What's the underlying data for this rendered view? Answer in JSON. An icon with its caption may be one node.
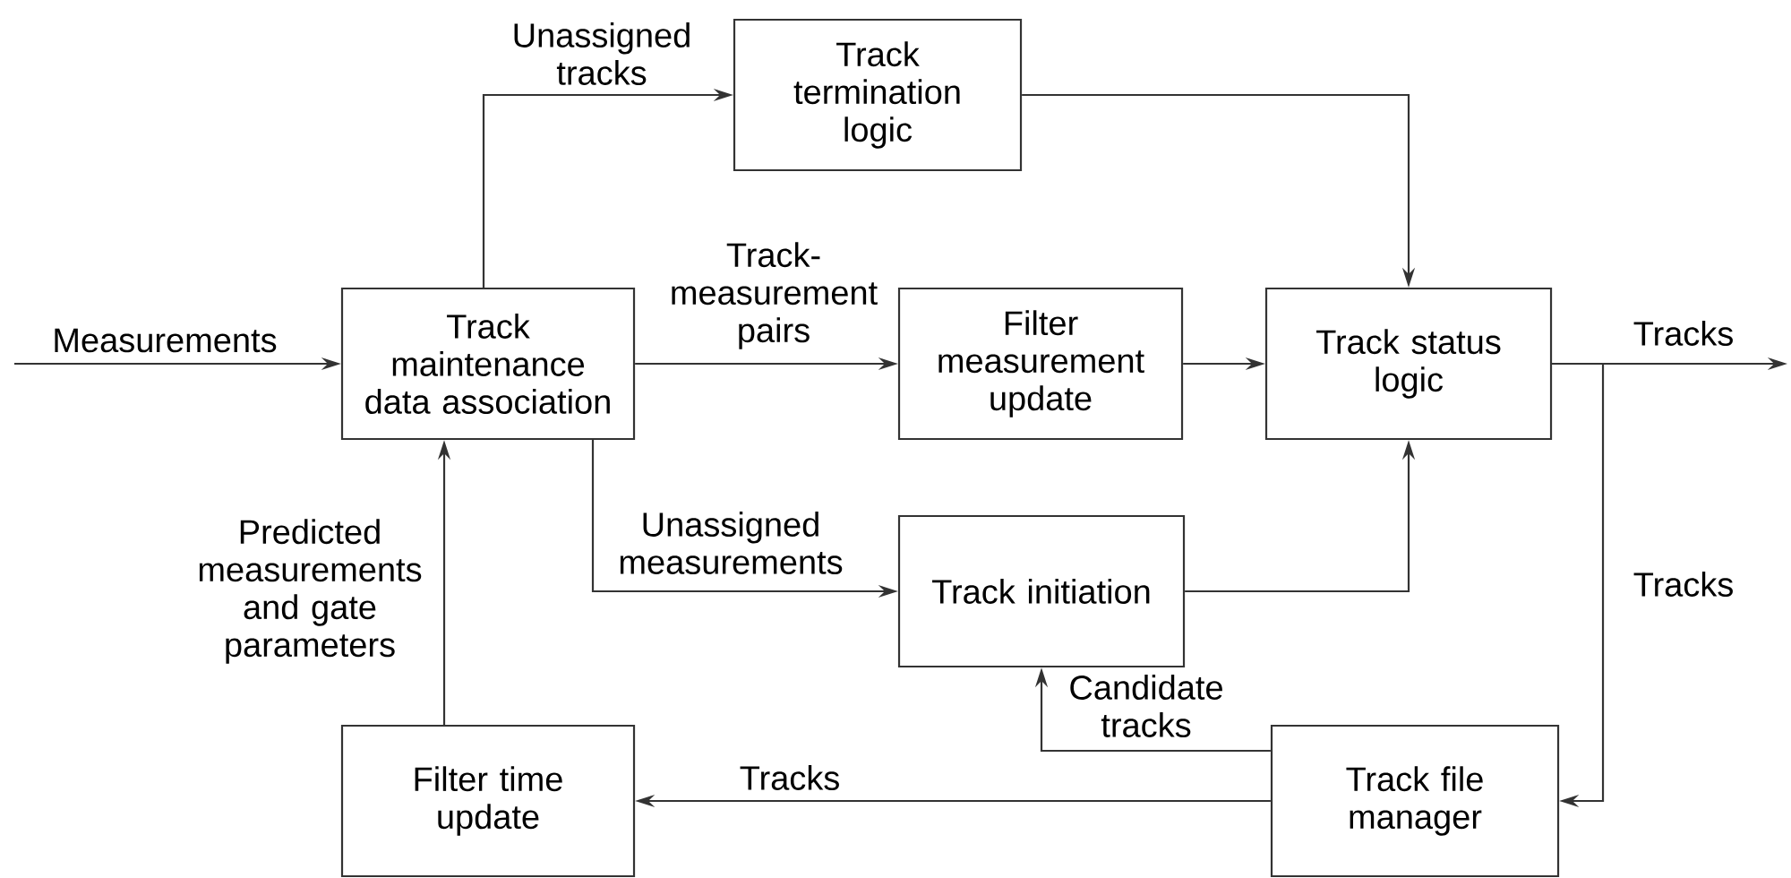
{
  "diagram": {
    "nodes": [
      {
        "text": [
          "Track maintenance data association"
        ]
      },
      {
        "text": [
          "Track termination logic"
        ]
      },
      {
        "text": [
          "Filter measurement update"
        ]
      },
      {
        "text": [
          "Track status logic"
        ]
      },
      {
        "text": [
          "Track initiation"
        ]
      },
      {
        "text": [
          "Filter time update"
        ]
      },
      {
        "text": [
          "Track file manager"
        ]
      }
    ],
    "edges": [
      {
        "from": null,
        "to": 0,
        "arrow": "to",
        "label": "Measurements"
      },
      {
        "from": 0,
        "to": 1,
        "arrow": "to",
        "label": "Unassigned tracks"
      },
      {
        "from": 0,
        "to": 2,
        "arrow": "to",
        "label": "Track-measurement pairs"
      },
      {
        "from": 1,
        "to": 3,
        "arrow": "to"
      },
      {
        "from": 2,
        "to": 3,
        "arrow": "to"
      },
      {
        "from": 3,
        "to": null,
        "arrow": "to",
        "label": "Tracks"
      },
      {
        "from": 3,
        "to": 6,
        "arrow": "to",
        "label": "Tracks"
      },
      {
        "from": 4,
        "to": 3,
        "arrow": "to"
      },
      {
        "from": 0,
        "to": 4,
        "arrow": "to",
        "label": "Unassigned measurements"
      },
      {
        "from": 6,
        "to": 4,
        "arrow": "to",
        "label": "Candidate tracks"
      },
      {
        "from": 6,
        "to": 5,
        "arrow": "to",
        "label": "Tracks"
      },
      {
        "from": 5,
        "to": 0,
        "arrow": "to",
        "label": "Predicted measurements and gate parameters"
      }
    ]
  }
}
